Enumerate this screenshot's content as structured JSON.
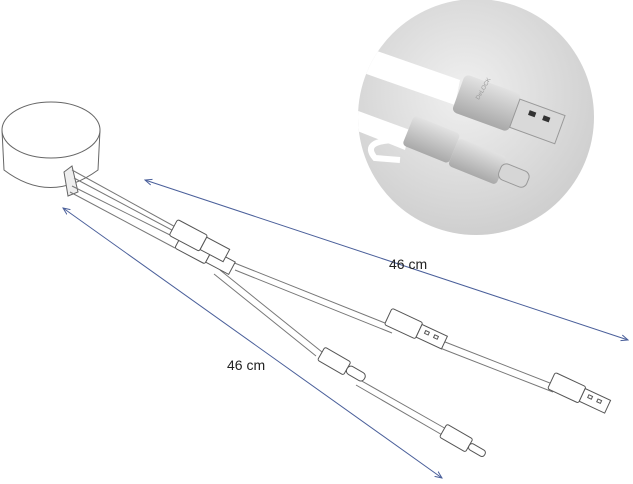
{
  "dimensions": {
    "top_length": "46 cm",
    "bottom_length": "46 cm"
  },
  "inset": {
    "brand_logo": "DeLOCK"
  },
  "colors": {
    "dimension_line": "#4a5f9a",
    "inset_background": "#dcdcdc",
    "connector_metal": "#c8c8c8"
  }
}
